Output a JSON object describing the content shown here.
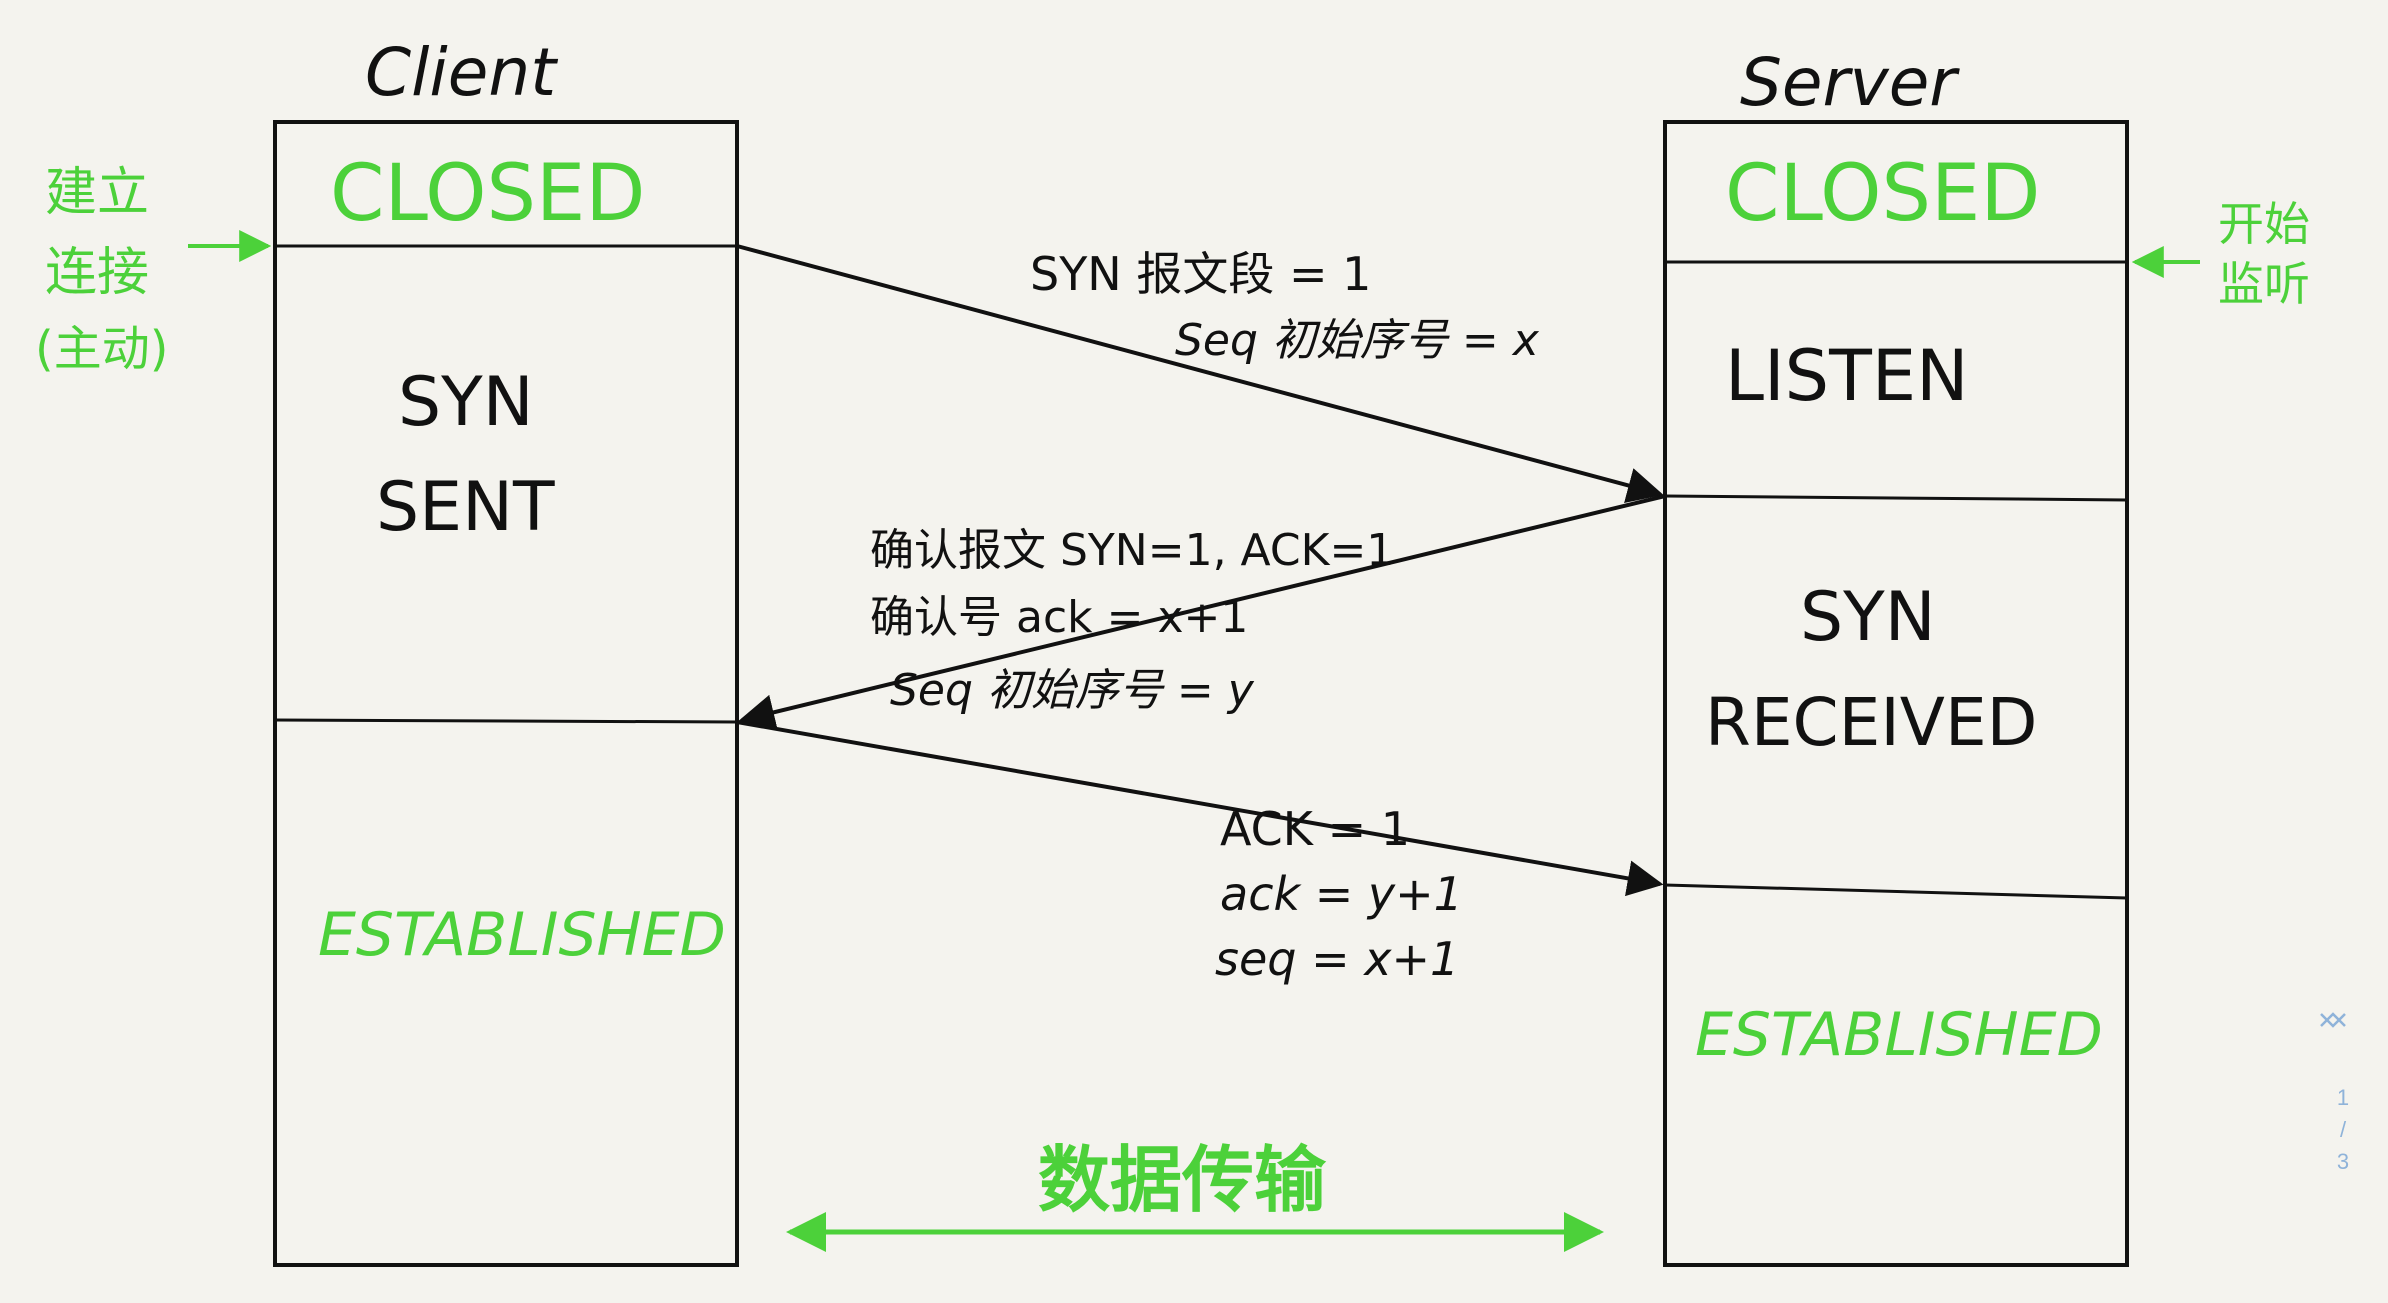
{
  "client": {
    "title": "Client",
    "state_closed": "CLOSED",
    "state_syn_sent_line1": "SYN",
    "state_syn_sent_line2": "SENT",
    "state_established": "ESTABLISHED"
  },
  "server": {
    "title": "Server",
    "state_closed": "CLOSED",
    "state_listen": "LISTEN",
    "state_syn_received_line1": "SYN",
    "state_syn_received_line2": "RECEIVED",
    "state_established": "ESTABLISHED"
  },
  "notes": {
    "establish_connection_line1": "建立",
    "establish_connection_line2": "连接",
    "establish_connection_line3": "(主动)",
    "start_listen_line1": "开始",
    "start_listen_line2": "监听",
    "data_transfer": "数据传输"
  },
  "messages": {
    "syn_line1": "SYN 报文段 = 1",
    "syn_line2": "Seq 初始序号 = x",
    "synack_line1": "确认报文 SYN=1, ACK=1",
    "synack_line2": "确认号 ack = x+1",
    "synack_line3": "Seq 初始序号 = y",
    "ack_line1": "ACK = 1",
    "ack_line2": "ack = y+1",
    "ack_line3": "seq = x+1"
  },
  "pager": {
    "current": "1",
    "separator": "/",
    "total": "3"
  },
  "colors": {
    "ink": "#111111",
    "green": "#4cd13a",
    "paper": "#f4f3ee",
    "pager": "#8fb3d9"
  }
}
